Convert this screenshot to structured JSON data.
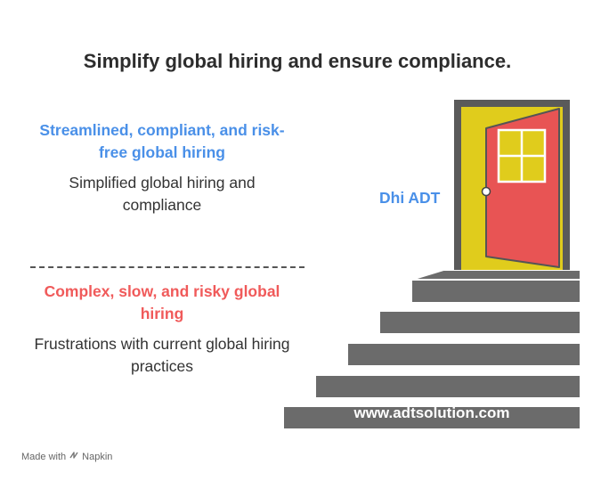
{
  "title": "Simplify global hiring and ensure compliance.",
  "top_block": {
    "heading": "Streamlined, compliant, and risk-free global hiring",
    "description": "Simplified global hiring and compliance"
  },
  "bottom_block": {
    "heading": "Complex, slow, and risky global hiring",
    "description": "Frustrations with current global hiring practices"
  },
  "door_label": "Dhi ADT",
  "website": "www.adtsolution.com",
  "footer": {
    "made_with": "Made with",
    "brand": "Napkin",
    "icon": "napkin-logo-icon"
  },
  "colors": {
    "heading_blue": "#4a90e8",
    "heading_red": "#f05a5a",
    "stairs": "#6b6b6b",
    "door_red": "#e85454",
    "door_frame_yellow": "#e0cc1c",
    "outer_frame": "#5a5a5a"
  }
}
